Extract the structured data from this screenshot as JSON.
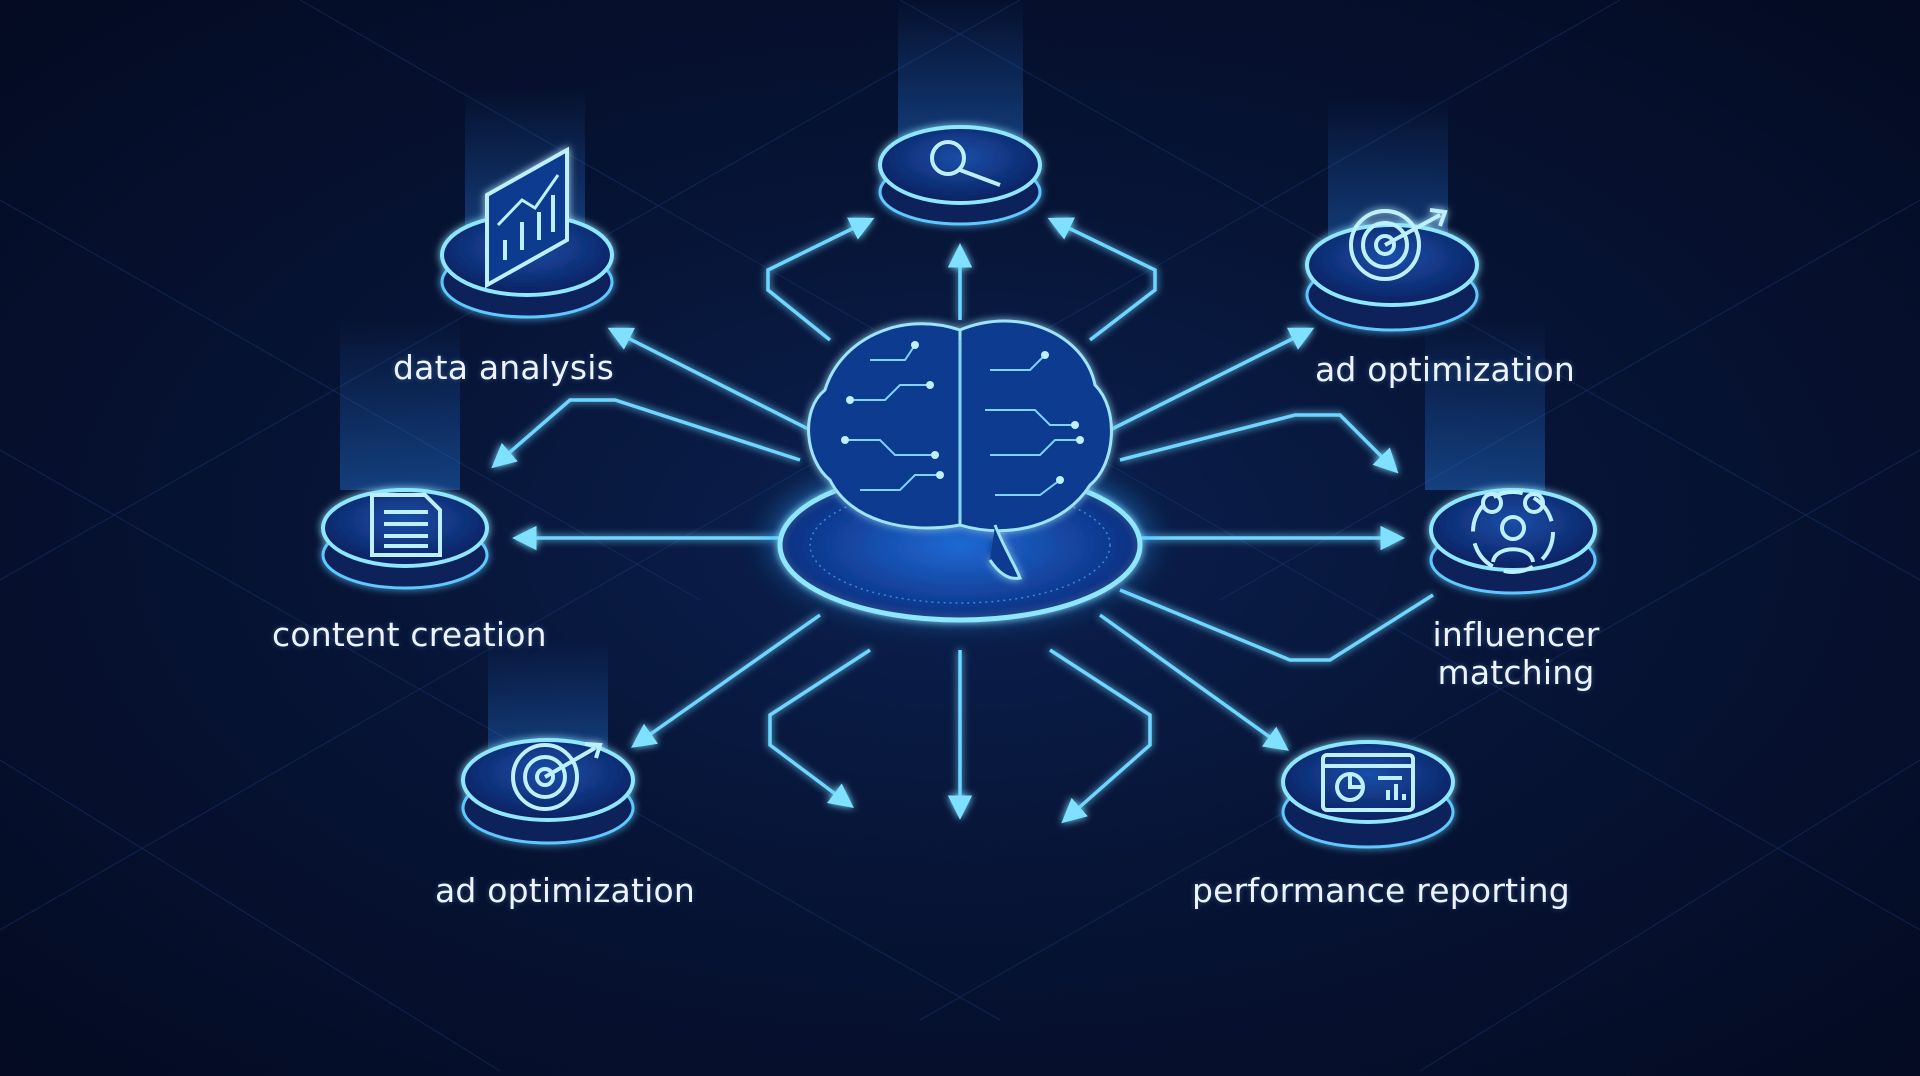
{
  "colors": {
    "background": "#061235",
    "glow": "#3fb6ff",
    "line": "#6fd6ff",
    "label": "#eef4ff"
  },
  "hub": {
    "icon": "brain-circuit-icon"
  },
  "nodes": {
    "search": {
      "icon": "magnifier-icon"
    },
    "data_analysis": {
      "label": "data analysis",
      "icon": "bar-chart-trend-icon"
    },
    "ad_optimization_top": {
      "label": "ad optimization",
      "icon": "target-arrow-icon"
    },
    "content_creation": {
      "label": "content creation",
      "icon": "document-icon"
    },
    "influencer_matching": {
      "label_line1": "influencer",
      "label_line2": "matching",
      "icon": "people-group-icon"
    },
    "ad_optimization_bottom": {
      "label": "ad optimization",
      "icon": "target-arrow-icon"
    },
    "performance_reporting": {
      "label": "performance reporting",
      "icon": "dashboard-report-icon"
    }
  }
}
